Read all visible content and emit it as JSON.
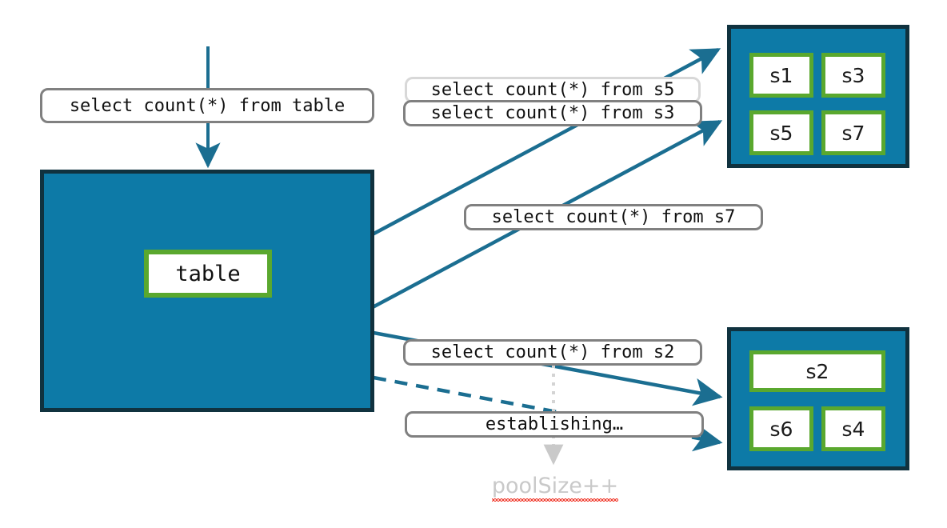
{
  "diagram": {
    "title": "Connection pool sizing diagram",
    "colors": {
      "pool_fill": "#0d7aa7",
      "pool_border": "#10323f",
      "connection_border": "#5aa82e",
      "arrow": "#1b6e91",
      "label_border": "#808080",
      "label_border_faded": "#d8d8d8",
      "muted_text": "#c9c9c9",
      "spellcheck_underline": "#f0382a"
    }
  },
  "source": {
    "entry_query": "select count(*) from table",
    "table_label": "table"
  },
  "pools": [
    {
      "name": "upper-pool",
      "connections": [
        "s1",
        "s3",
        "s5",
        "s7"
      ]
    },
    {
      "name": "lower-pool",
      "connections": [
        "s2",
        "s6",
        "s4"
      ]
    }
  ],
  "queries": [
    {
      "name": "query-s5",
      "text": "select count(*) from s5",
      "style": "faded"
    },
    {
      "name": "query-s3",
      "text": "select count(*) from s3",
      "style": "normal"
    },
    {
      "name": "query-s7",
      "text": "select count(*) from s7",
      "style": "normal"
    },
    {
      "name": "query-s2",
      "text": "select count(*) from s2",
      "style": "normal"
    },
    {
      "name": "status-establishing",
      "text": "establishing…",
      "style": "normal"
    }
  ],
  "annotation": {
    "pool_size_increment": "poolSize++"
  }
}
